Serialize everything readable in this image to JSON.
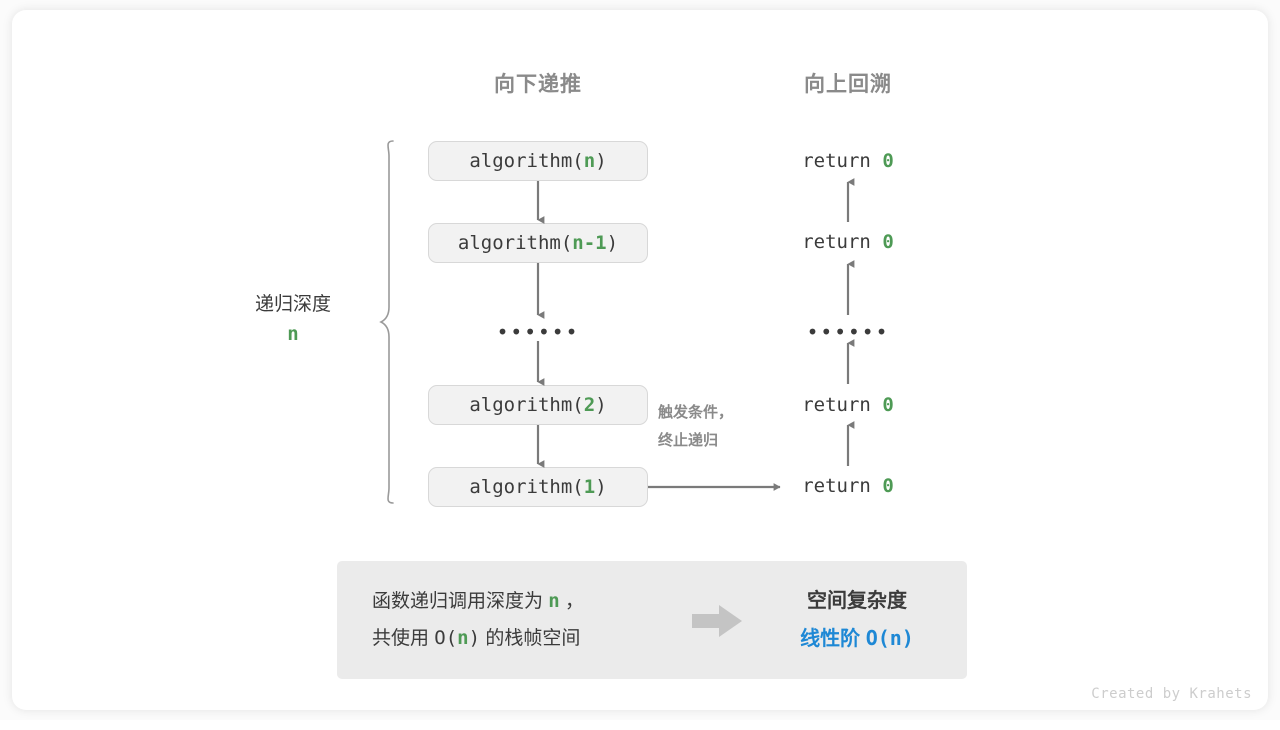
{
  "headers": {
    "down": "向下递推",
    "up": "向上回溯"
  },
  "depth": {
    "title": "递归深度",
    "value": "n"
  },
  "calls": [
    {
      "prefix": "algorithm(",
      "arg": "n",
      "suffix": ")"
    },
    {
      "prefix": "algorithm(",
      "arg": "n-1",
      "suffix": ")"
    },
    {
      "prefix": "algorithm(",
      "arg": "2",
      "suffix": ")"
    },
    {
      "prefix": "algorithm(",
      "arg": "1",
      "suffix": ")"
    }
  ],
  "returns": [
    {
      "keyword": "return",
      "value": "0"
    },
    {
      "keyword": "return",
      "value": "0"
    },
    {
      "keyword": "return",
      "value": "0"
    },
    {
      "keyword": "return",
      "value": "0"
    }
  ],
  "ellipsis": {
    "left": "••••••",
    "right": "••••••"
  },
  "trigger_note": {
    "line1": "触发条件，",
    "line2": "终止递归"
  },
  "summary": {
    "left_line1_a": "函数递归调用深度为 ",
    "left_line1_n": "n",
    "left_line1_b": " ，",
    "left_line2_a": "共使用 ",
    "left_line2_o": "O(",
    "left_line2_n": "n",
    "left_line2_c": ")",
    "left_line2_b": " 的栈帧空间",
    "arrow_icon": "right-arrow-icon",
    "right_title": "空间复杂度",
    "right_value_label": "线性阶 ",
    "right_value_expr": "O(n)"
  },
  "credit": "Created by Krahets",
  "colors": {
    "green": "#4e9a55",
    "blue": "#1e88d5",
    "gray_text": "#3b3b3b",
    "gray_muted": "#8a8a8a",
    "box_fill": "#f2f2f2",
    "box_border": "#d8d8d8",
    "summary_fill": "#ebebeb",
    "arrow_stroke": "#7a7a7a"
  }
}
